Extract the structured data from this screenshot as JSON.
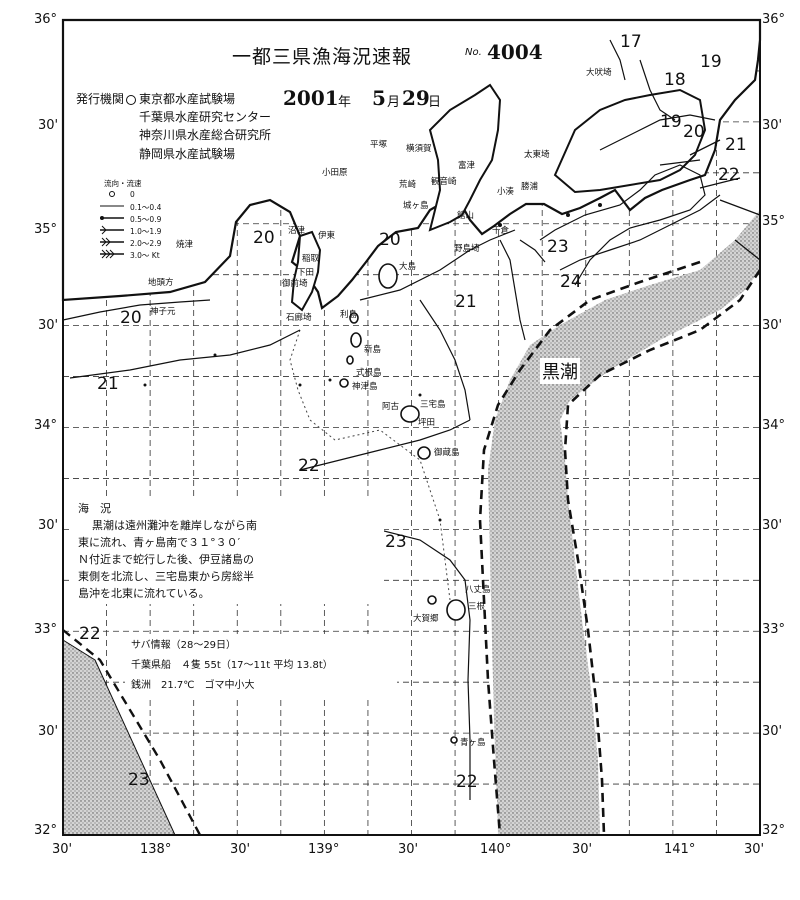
{
  "header": {
    "title": "一都三県漁海況速報",
    "no_label": "No.",
    "no_value": "4004",
    "issuer_label": "発行機関",
    "issuers": [
      "東京都水産試験場",
      "千葉県水産研究センター",
      "神奈川県水産総合研究所",
      "静岡県水産試験場"
    ],
    "year": "2001",
    "year_unit": "年",
    "month": "5",
    "month_unit": "月",
    "day": "29",
    "day_unit": "日"
  },
  "axes": {
    "lat_left": [
      "36°",
      "30'",
      "35°",
      "30'",
      "34°",
      "30'",
      "33°",
      "30'",
      "32°"
    ],
    "lat_right": [
      "36°",
      "30'",
      "35°",
      "30'",
      "34°",
      "30'",
      "33°",
      "30'",
      "32°"
    ],
    "lon_bottom": [
      "30'",
      "138°",
      "30'",
      "139°",
      "30'",
      "140°",
      "30'",
      "141°",
      "30'"
    ]
  },
  "legend": {
    "title": "流向・流速",
    "rows": [
      "0",
      "0.1～0.4",
      "0.5～0.9",
      "1.0～1.9",
      "2.0～2.9",
      "3.0～ Kt"
    ]
  },
  "kuroshio_label": "黒潮",
  "isotherms": [
    "17",
    "18",
    "19",
    "19",
    "20",
    "20",
    "20",
    "20",
    "21",
    "21",
    "21",
    "22",
    "22",
    "22",
    "22",
    "23",
    "23",
    "23",
    "24"
  ],
  "places": [
    "大吠埼",
    "平塚",
    "横須賀",
    "富津",
    "太東埼",
    "小田原",
    "観音崎",
    "勝浦",
    "荒崎",
    "城ヶ島",
    "館山",
    "小湊",
    "沼津",
    "伊東",
    "稲取",
    "野島埼",
    "焼津",
    "下田",
    "大島",
    "御前埼",
    "石廊埼",
    "利島",
    "新島",
    "式根島",
    "神津島",
    "三宅島",
    "阿古",
    "坪田",
    "御蔵島",
    "八丈島",
    "大賀郷",
    "三根",
    "青ヶ島",
    "地頭方",
    "千倉",
    "神子元"
  ],
  "conditions": {
    "title": "海　況",
    "text": [
      "黒潮は遠州灘沖を離岸しながら南",
      "東に流れ、青ヶ島南で３１°３０′",
      "Ｎ付近まで蛇行した後、伊豆諸島の",
      "東側を北流し、三宅島東から房総半",
      "島沖を北東に流れている。"
    ]
  },
  "saba": {
    "line1": "サバ情報（28～29日）",
    "line2": "千葉県船　４隻 55t（17～11t 平均 13.8t）",
    "line3": "銭洲　21.7℃　ゴマ中小大"
  }
}
